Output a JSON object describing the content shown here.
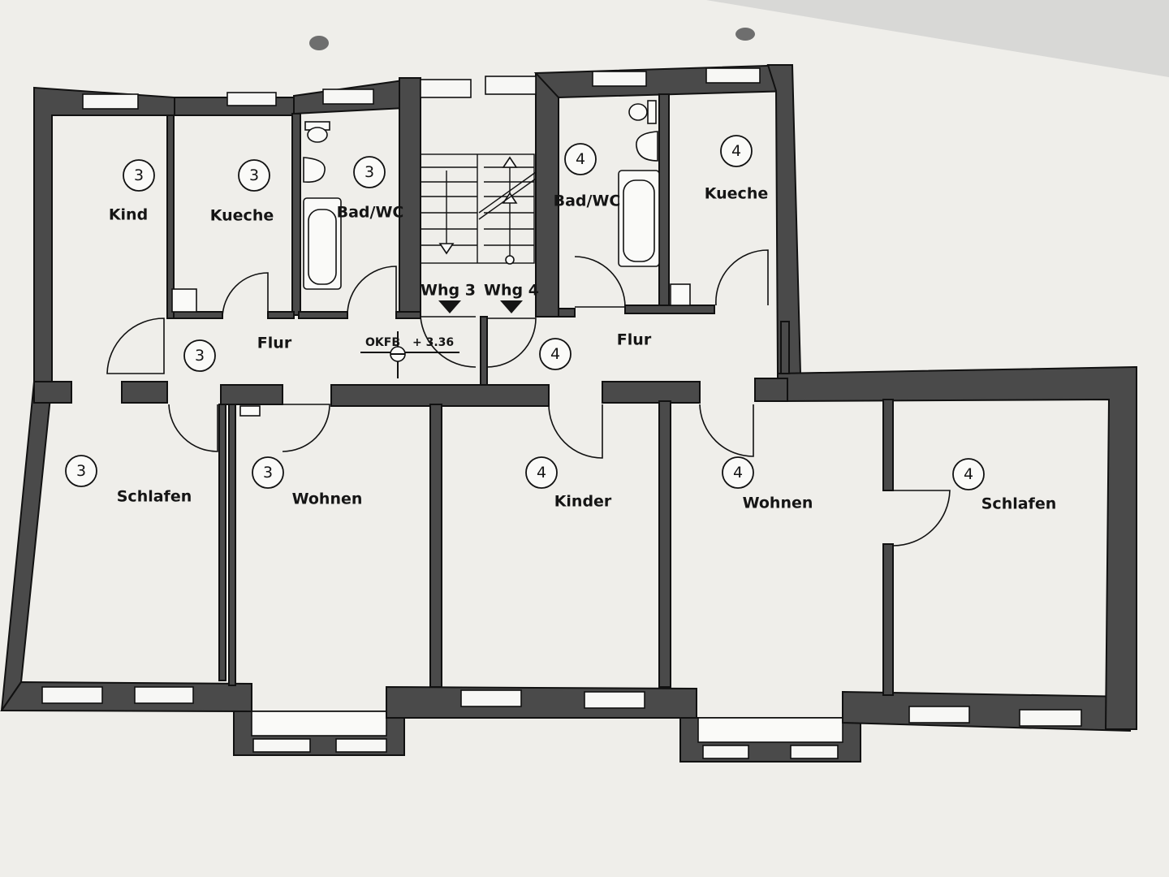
{
  "colors": {
    "paper": "#f0efeb",
    "wall": "#4a4a4a",
    "line": "#111111"
  },
  "rooms": {
    "w3_kind": {
      "label": "Kind",
      "unit": "3"
    },
    "w3_kueche": {
      "label": "Kueche",
      "unit": "3"
    },
    "w3_bad": {
      "label": "Bad/WC",
      "unit": "3"
    },
    "w3_flur": {
      "label": "Flur",
      "unit": "3"
    },
    "w3_schlafen": {
      "label": "Schlafen",
      "unit": "3"
    },
    "w3_wohnen": {
      "label": "Wohnen",
      "unit": "3"
    },
    "w4_bad": {
      "label": "Bad/WC",
      "unit": "4"
    },
    "w4_kueche": {
      "label": "Kueche",
      "unit": "4"
    },
    "w4_flur": {
      "label": "Flur",
      "unit": "4"
    },
    "w4_kinder": {
      "label": "Kinder",
      "unit": "4"
    },
    "w4_wohnen": {
      "label": "Wohnen",
      "unit": "4"
    },
    "w4_schlafen": {
      "label": "Schlafen",
      "unit": "4"
    }
  },
  "stair": {
    "entry_3": "Whg 3",
    "entry_4": "Whg 4"
  },
  "level": {
    "label": "OKFB",
    "value": "+ 3.36"
  },
  "icons": [
    "arrow-down-icon",
    "level-marker-icon",
    "bathtub-icon",
    "toilet-icon",
    "sink-icon"
  ]
}
